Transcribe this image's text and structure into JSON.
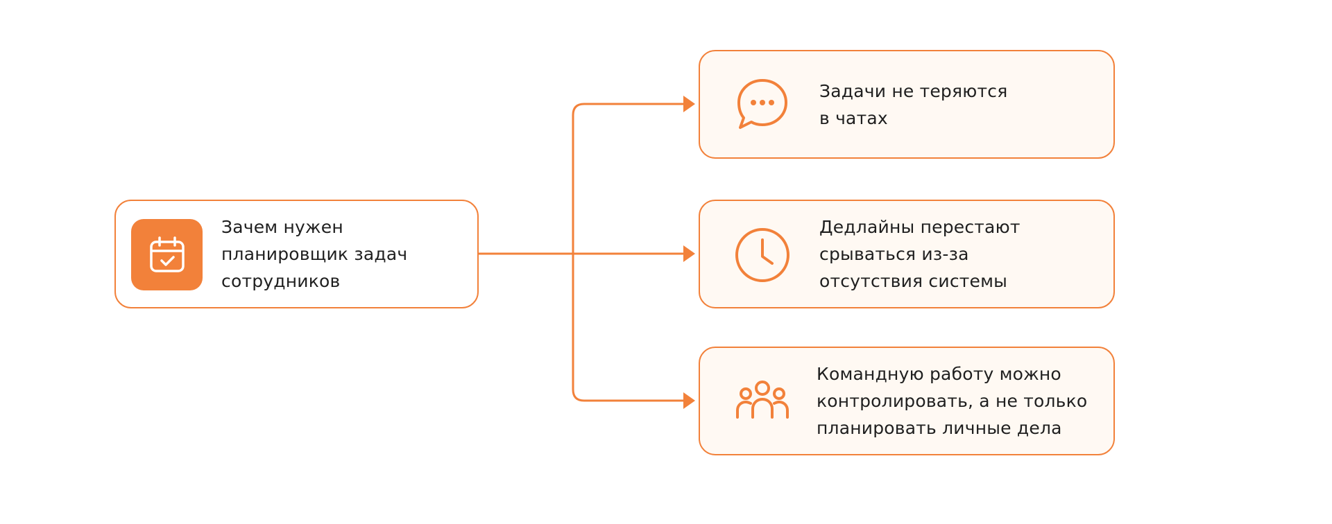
{
  "main": {
    "title": "Зачем нужен\nпланировщик задач\nсотрудников",
    "icon": "calendar-check-icon"
  },
  "benefits": [
    {
      "text": "Задачи не теряются\nв чатах",
      "icon": "chat-bubble-icon"
    },
    {
      "text": "Дедлайны перестают\nсрываться из-за\nотсутствия системы",
      "icon": "clock-icon"
    },
    {
      "text": "Командную работу можно\nконтролировать, а не только\nпланировать личные дела",
      "icon": "team-icon"
    }
  ],
  "colors": {
    "accent": "#f2813a",
    "benefit_bg": "#fff9f3",
    "text": "#1f1f1f"
  }
}
